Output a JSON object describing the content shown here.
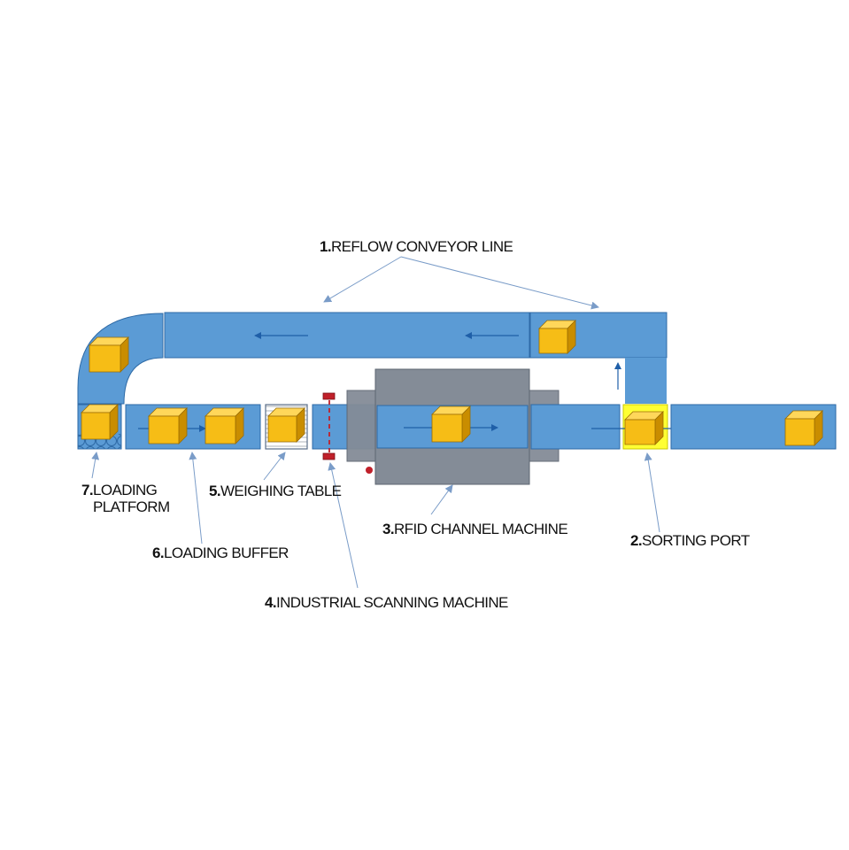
{
  "colors": {
    "conveyor": "#5b9bd5",
    "conveyor_edge": "#2e6aa6",
    "machine": "#848c97",
    "machine_edge": "#5d6672",
    "box_front": "#f6bd16",
    "box_top": "#ffd75a",
    "box_side": "#c98d00",
    "sorting_port": "#ffff33",
    "scanner": "#c0202a",
    "leader": "#7a9cc8"
  },
  "labels": {
    "reflow": {
      "num": "1.",
      "text": "REFLOW CONVEYOR LINE"
    },
    "sorting": {
      "num": "2.",
      "text": "SORTING PORT"
    },
    "rfid": {
      "num": "3.",
      "text": "RFID CHANNEL MACHINE"
    },
    "scanning": {
      "num": "4.",
      "text": "INDUSTRIAL SCANNING MACHINE"
    },
    "weighing": {
      "num": "5.",
      "text": "WEIGHING TABLE"
    },
    "buffer": {
      "num": "6.",
      "text": "LOADING BUFFER"
    },
    "platform": {
      "num": "7.",
      "text_line1": "LOADING",
      "text_line2": "PLATFORM"
    }
  }
}
